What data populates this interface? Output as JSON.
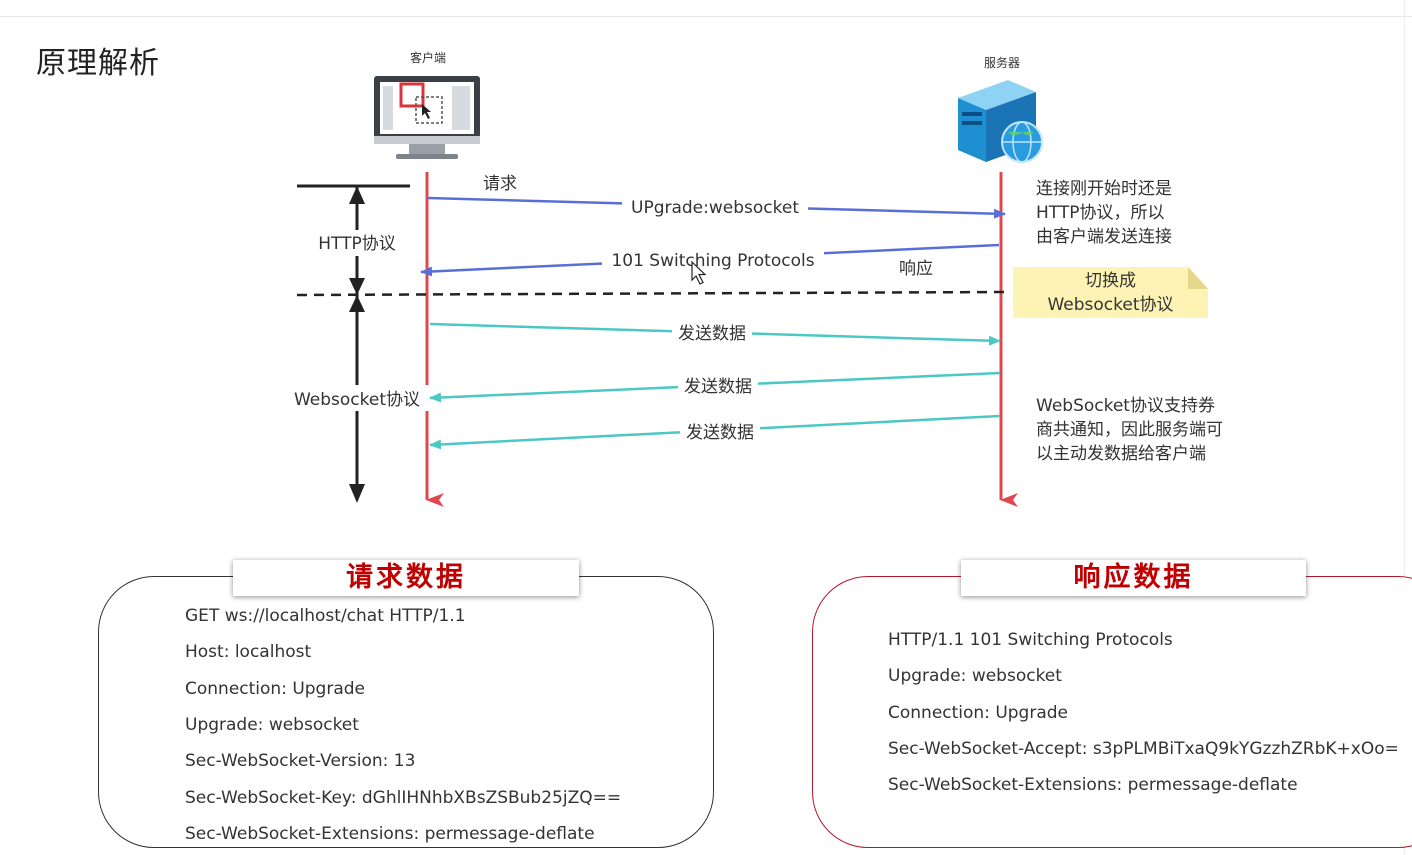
{
  "title": "原理解析",
  "diagram": {
    "client_label": "客户端",
    "server_label": "服务器",
    "http_label": "HTTP协议",
    "ws_label": "Websocket协议",
    "messages": {
      "request": "请求",
      "upgrade": "UPgrade:websocket",
      "switching": "101 Switching Protocols",
      "response": "响应",
      "send1": "发送数据",
      "send2": "发送数据",
      "send3": "发送数据"
    },
    "note1": [
      "连接刚开始时还是",
      "HTTP协议，所以",
      "由客户端发送连接"
    ],
    "switch_note": [
      "切换成",
      "Websocket协议"
    ],
    "note2": [
      "WebSocket协议支持券",
      "商共通知，因此服务端可",
      "以主动发数据给客户端"
    ]
  },
  "request_panel": {
    "title": "请求数据",
    "lines": [
      "GET ws://localhost/chat HTTP/1.1",
      "Host: localhost",
      "Connection: Upgrade",
      "Upgrade: websocket",
      "Sec-WebSocket-Version: 13",
      "Sec-WebSocket-Key: dGhlIHNhbXBsZSBub25jZQ==",
      "Sec-WebSocket-Extensions: permessage-deflate"
    ]
  },
  "response_panel": {
    "title": "响应数据",
    "lines": [
      "HTTP/1.1 101 Switching Protocols",
      "Upgrade: websocket",
      "Connection: Upgrade",
      "Sec-WebSocket-Accept: s3pPLMBiTxaQ9kYGzzhZRbK+xOo=",
      "Sec-WebSocket-Extensions: permessage-deflate"
    ]
  },
  "colors": {
    "lifeline": "#e0484f",
    "http_arrow": "#5a6fd6",
    "ws_arrow": "#4cc8c4",
    "panel_title": "#c00000",
    "response_border": "#b2182b",
    "note_bg": "#fdf3b4"
  }
}
